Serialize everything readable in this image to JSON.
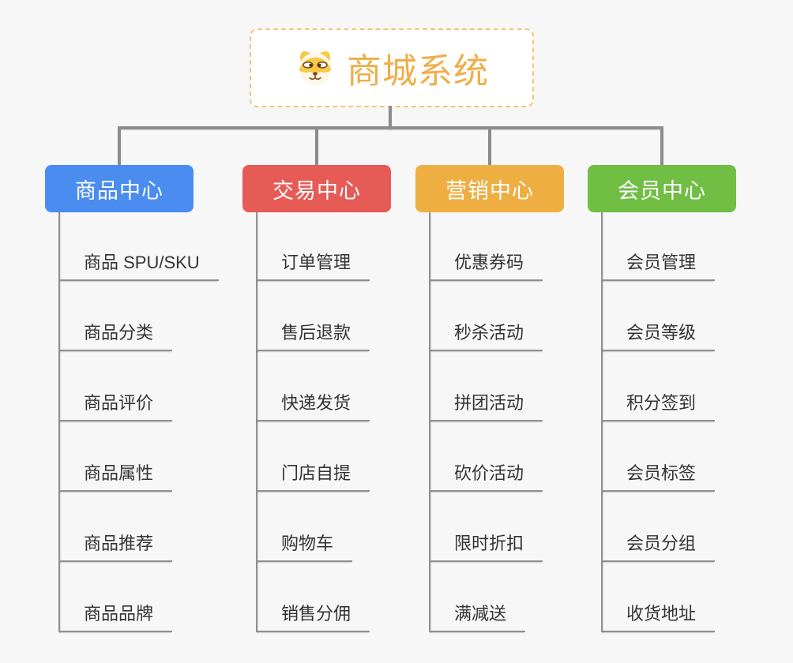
{
  "background": "#F7F7F7",
  "connector_color": "#8C8C8C",
  "item_line_color": "#909090",
  "item_text_color": "#333333",
  "root": {
    "title": "商城系统",
    "icon": "dog-face-icon",
    "title_color": "#F0AD49",
    "border_color": "#F3C577",
    "fill": "#FFFFFF"
  },
  "branches": [
    {
      "label": "商品中心",
      "color": "#4A8CF0",
      "items": [
        "商品 SPU/SKU",
        "商品分类",
        "商品评价",
        "商品属性",
        "商品推荐",
        "商品品牌"
      ]
    },
    {
      "label": "交易中心",
      "color": "#E65B56",
      "items": [
        "订单管理",
        "售后退款",
        "快递发货",
        "门店自提",
        "购物车",
        "销售分佣"
      ]
    },
    {
      "label": "营销中心",
      "color": "#EFAE42",
      "items": [
        "优惠券码",
        "秒杀活动",
        "拼团活动",
        "砍价活动",
        "限时折扣",
        "满减送"
      ]
    },
    {
      "label": "会员中心",
      "color": "#70BE44",
      "items": [
        "会员管理",
        "会员等级",
        "积分签到",
        "会员标签",
        "会员分组",
        "收货地址"
      ]
    }
  ]
}
